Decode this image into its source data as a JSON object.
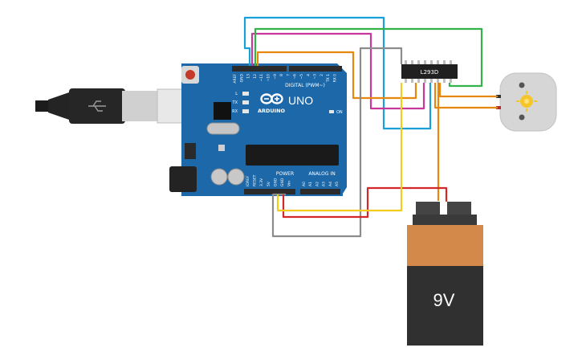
{
  "arduino": {
    "brand": "ARDUINO",
    "model": "UNO",
    "digital_header": "DIGITAL (PWM~)",
    "power_header": "POWER",
    "analog_header": "ANALOG IN",
    "on_label": "ON",
    "led_labels": [
      "L",
      "TX",
      "RX"
    ],
    "digital_pins": [
      "AREF",
      "GND",
      "13",
      "12",
      "~11",
      "~10",
      "~9",
      "8",
      "7",
      "~6",
      "~5",
      "4",
      "~3",
      "2",
      "TX 1",
      "RX 0"
    ],
    "power_pins": [
      "IOREF",
      "RESET",
      "3.3V",
      "5V",
      "GND",
      "GND",
      "Vin"
    ],
    "analog_pins": [
      "A0",
      "A1",
      "A2",
      "A3",
      "A4",
      "A5"
    ]
  },
  "driver_ic": {
    "label": "L293D"
  },
  "battery": {
    "label": "9V"
  },
  "colors": {
    "board": "#1d68a8",
    "wire_blue": "#1aa0d8",
    "wire_magenta": "#c8379b",
    "wire_green": "#33b24a",
    "wire_orange": "#e8870e",
    "wire_gray": "#8c8c8c",
    "wire_red": "#d42828",
    "wire_yellow": "#f2cc1f",
    "battery_top": "#d3894a",
    "battery_body": "#303030"
  },
  "icons": [
    "usb-cable-icon",
    "motor-icon",
    "arduino-logo-icon"
  ]
}
